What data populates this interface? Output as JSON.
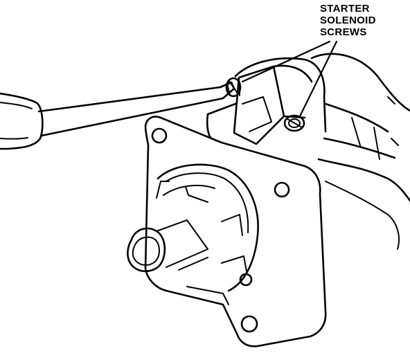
{
  "callout": {
    "lines": [
      "STARTER",
      "SOLENOID",
      "SCREWS"
    ]
  },
  "colors": {
    "ink": "#000000",
    "paper": "#ffffff"
  },
  "parts": [
    "screwdriver-handle",
    "screwdriver-shaft",
    "starter-mounting-flange",
    "drive-housing",
    "solenoid-housing",
    "solenoid-screw-upper",
    "solenoid-screw-lower",
    "hand"
  ]
}
